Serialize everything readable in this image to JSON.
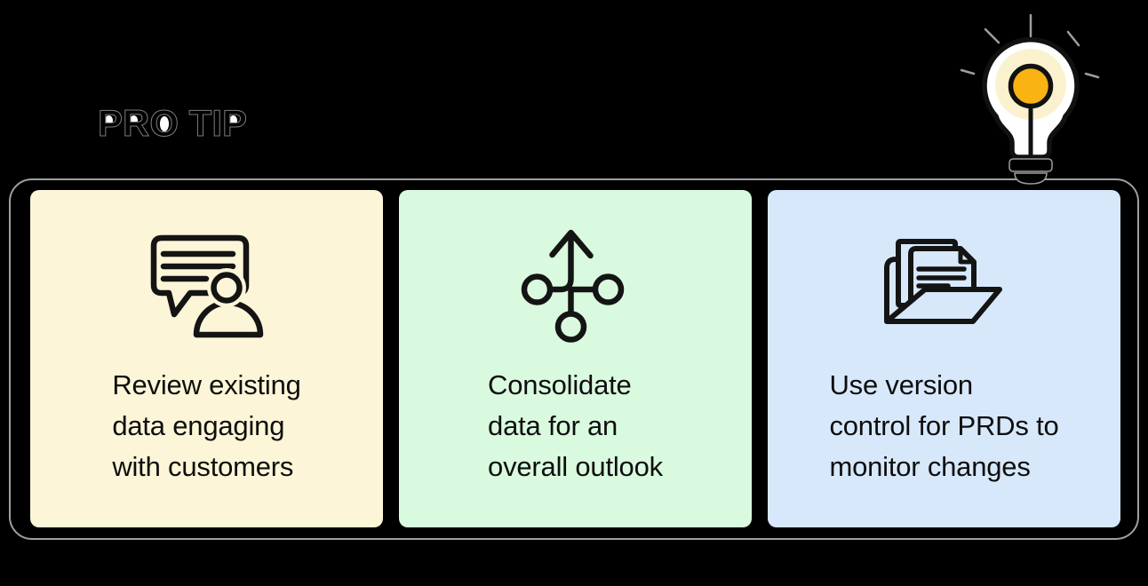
{
  "page": {
    "title": "PRO TIP"
  },
  "colors": {
    "background": "#000000",
    "frame_line": "#9F9F9F",
    "ink": "#0E0E0E",
    "card_yellow": "#FCF5D7",
    "card_green": "#D9FADF",
    "card_blue": "#D7E8FB",
    "bulb_amber": "#F9B414",
    "bulb_glow": "#FAF2CF",
    "bulb_glass": "#FFFFFF"
  },
  "hero_icon": "lightbulb-idea-icon",
  "cards": [
    {
      "icon": "chat-with-person-icon",
      "bg": "#FCF5D7",
      "text": "Review existing data engaging with customers",
      "lines": [
        "Review existing",
        "data engaging",
        "with customers"
      ]
    },
    {
      "icon": "consolidate-merge-icon",
      "bg": "#D9FADF",
      "text": "Consolidate data for an overall outlook",
      "lines": [
        "Consolidate",
        "data for an",
        "overall outlook"
      ]
    },
    {
      "icon": "folder-documents-icon",
      "bg": "#D7E8FB",
      "text": "Use version control for PRDs to monitor changes",
      "lines": [
        "Use version",
        "control for PRDs to",
        "monitor changes"
      ]
    }
  ]
}
